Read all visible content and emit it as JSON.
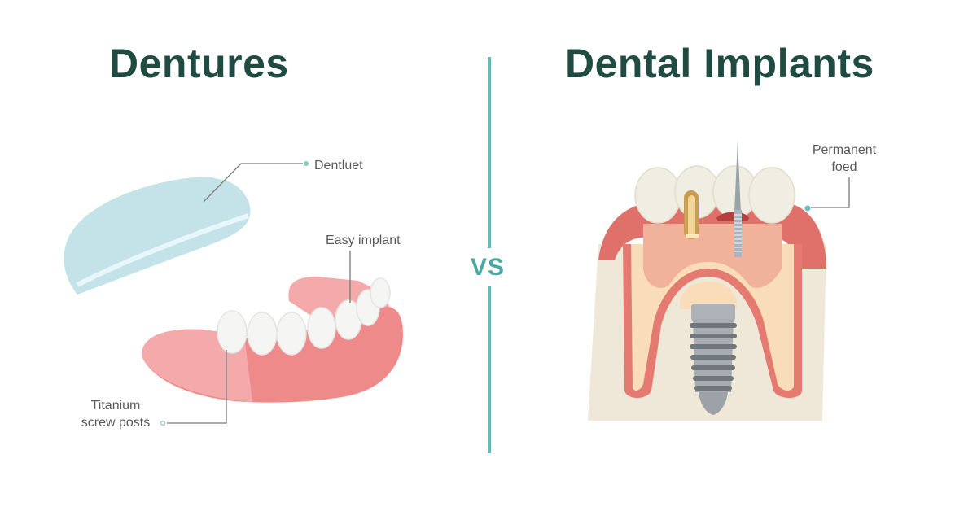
{
  "titles": {
    "left": "Dentures",
    "right": "Dental Implants"
  },
  "separator": {
    "label": "VS"
  },
  "left_panel": {
    "illustration": "denture-upper-plate-and-lower-arch",
    "callouts": [
      {
        "id": "dentluet",
        "text": "Dentluet"
      },
      {
        "id": "easy-implant",
        "text": "Easy implant"
      },
      {
        "id": "titanium",
        "line1": "Titanium",
        "line2": "screw posts"
      }
    ]
  },
  "right_panel": {
    "illustration": "tooth-cross-section-with-implant",
    "callouts": [
      {
        "id": "permanent",
        "line1": "Permanent",
        "line2": "foed"
      }
    ]
  },
  "colors": {
    "title": "#1f4b43",
    "accent_teal": "#6bb7b4",
    "vs_text": "#4aa8a4",
    "label_text": "#5a5a5a",
    "callout_line": "#7a7a7a",
    "denture_plate": "#c4e3e8",
    "gum_pink": "#f08c8c",
    "gum_light": "#f4a9ab",
    "tooth_white": "#f4f4f2",
    "bone": "#efe8d8",
    "gum_red": "#e0706a",
    "root_inner": "#f9ddb8",
    "pulp": "#f0b29a",
    "implant_metal": "#a9aeb3",
    "implant_thread": "#6f767c",
    "gold_post": "#d9b36a"
  }
}
